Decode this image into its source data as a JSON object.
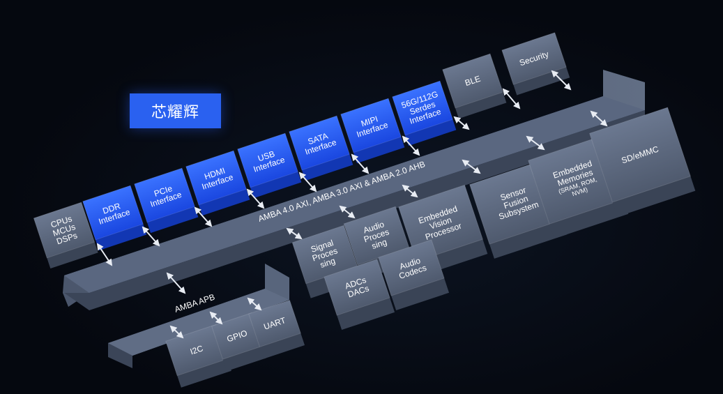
{
  "title": "芯耀辉",
  "buses": {
    "ahb": "AMBA 4.0 AXI, AMBA 3.0 AXI & AMBA 2.0 AHB",
    "apb": "AMBA APB"
  },
  "interfaces": [
    {
      "lines": [
        "CPUs",
        "MCUs",
        "DSPs"
      ]
    },
    {
      "lines": [
        "DDR",
        "Interface"
      ]
    },
    {
      "lines": [
        "PCIe",
        "Interface"
      ]
    },
    {
      "lines": [
        "HDMI",
        "Interface"
      ]
    },
    {
      "lines": [
        "USB",
        "Interface"
      ]
    },
    {
      "lines": [
        "SATA",
        "Interface"
      ]
    },
    {
      "lines": [
        "MIPI",
        "Interface"
      ]
    },
    {
      "lines": [
        "56G/112G",
        "Serdes",
        "Interface"
      ]
    },
    {
      "lines": [
        "BLE"
      ]
    },
    {
      "lines": [
        "Security"
      ]
    }
  ],
  "subsystems": [
    {
      "lines": [
        "Signal",
        "Proces",
        "sing"
      ]
    },
    {
      "lines": [
        "Audio",
        "Proces",
        "sing"
      ]
    },
    {
      "lines": [
        "Embedded",
        "Vision",
        "Processor"
      ]
    },
    {
      "lines": [
        "Sensor",
        "Fusion",
        "Subsystem"
      ]
    },
    {
      "lines": [
        "Embedded",
        "Memories"
      ],
      "sub": [
        "(SRAM, ROM,",
        "NVM)"
      ]
    },
    {
      "lines": [
        "SD/eMMC"
      ]
    },
    {
      "lines": [
        "ADCs",
        "DACs"
      ]
    },
    {
      "lines": [
        "Audio",
        "Codecs"
      ]
    }
  ],
  "peripherals": [
    {
      "lines": [
        "I2C"
      ]
    },
    {
      "lines": [
        "GPIO"
      ]
    },
    {
      "lines": [
        "UART"
      ]
    }
  ],
  "colors": {
    "blue_block": "#1f57f2",
    "grey_block": "#5d6a80",
    "background": "#05080f",
    "title_box": "#2a61f0"
  }
}
